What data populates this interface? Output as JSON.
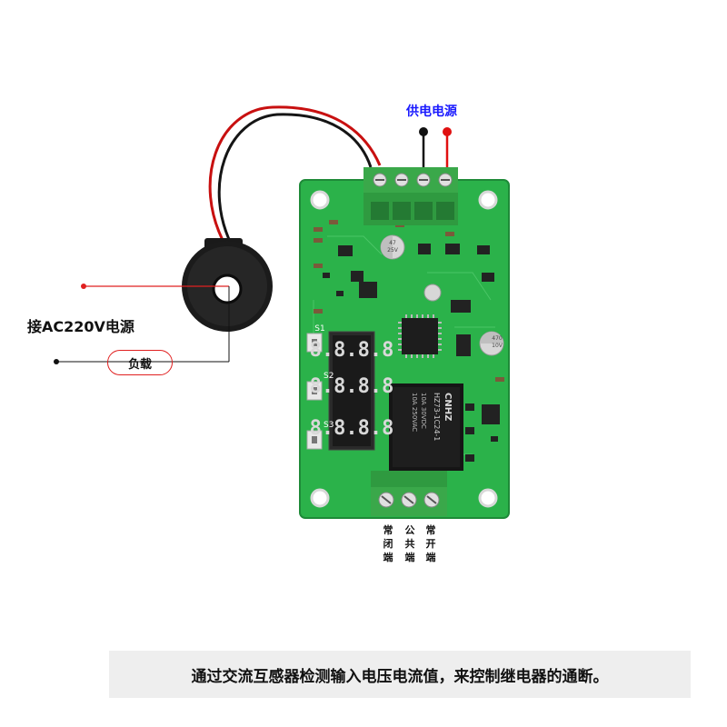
{
  "labels": {
    "power_supply": "供电电源",
    "ac_input": "接AC220V电源",
    "load": "负载",
    "terminal_nc": "常闭端",
    "terminal_com": "公共端",
    "terminal_no": "常开端"
  },
  "board": {
    "display_digits": "8.8.8.8",
    "buttons": [
      "S1",
      "S2",
      "S3"
    ],
    "relay_text": [
      "CNHZ",
      "HZ73-1C24-1",
      "10A 30VDC",
      "10A 250VAC"
    ],
    "capacitor_text": [
      "47",
      "25V",
      "470",
      "10V"
    ]
  },
  "caption": "通过交流互感器检测输入电压电流值，来控制继电器的通断。",
  "colors": {
    "pcb": "#2bb24a",
    "terminal": "#3aa84a",
    "wire_red": "#e01010",
    "wire_black": "#111111"
  }
}
